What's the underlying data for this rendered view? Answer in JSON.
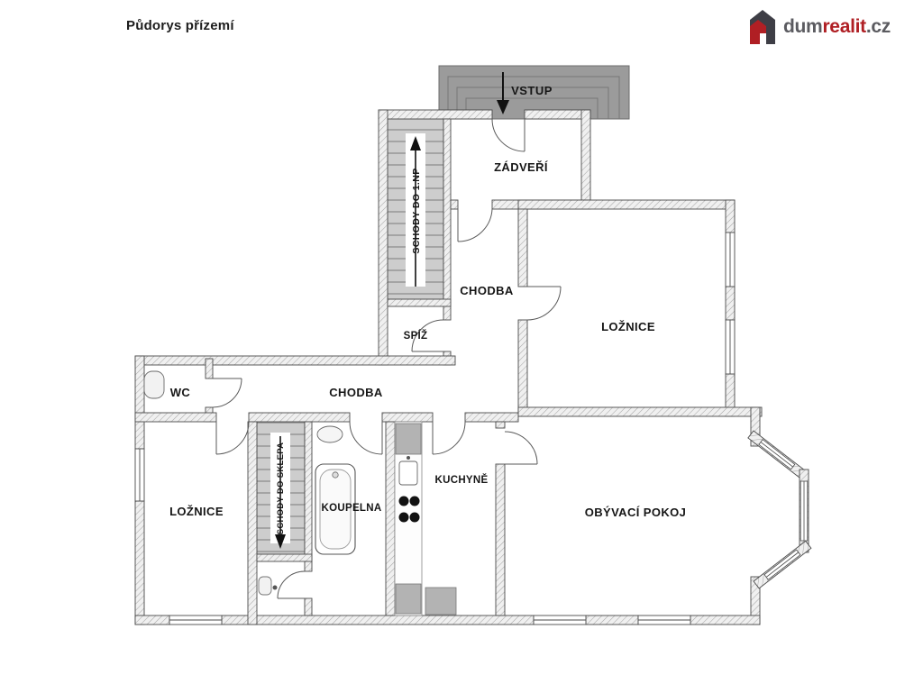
{
  "page": {
    "title": "Půdorys přízemí"
  },
  "logo": {
    "prefix": "dum",
    "highlight": "realit",
    "suffix": ".cz"
  },
  "plan": {
    "labels": {
      "vstup": "VSTUP",
      "zadveri": "ZÁDVEŘÍ",
      "schody_np": "SCHODY DO 1.NP",
      "chodba_horni": "CHODBA",
      "spiz": "SPÍŽ",
      "loznice_horni": "LOŽNICE",
      "wc": "WC",
      "chodba_dolni": "CHODBA",
      "loznice_dolni": "LOŽNICE",
      "schody_sklep": "SCHODY DO SKLEPA",
      "koupelna": "KOUPELNA",
      "kuchyne": "KUCHYNĚ",
      "obyvaci_pokoj": "OBÝVACÍ POKOJ"
    },
    "colors": {
      "wall_outline": "#4a4a4a",
      "wall_hatch_line": "#a8a8a8",
      "wall_hatch_bg": "#f0f0f0",
      "stairs_fill": "#cdcdcd",
      "entry_steps": "#9b9b9b",
      "logo_red": "#b01f24",
      "logo_gray": "#5b5b60"
    }
  }
}
